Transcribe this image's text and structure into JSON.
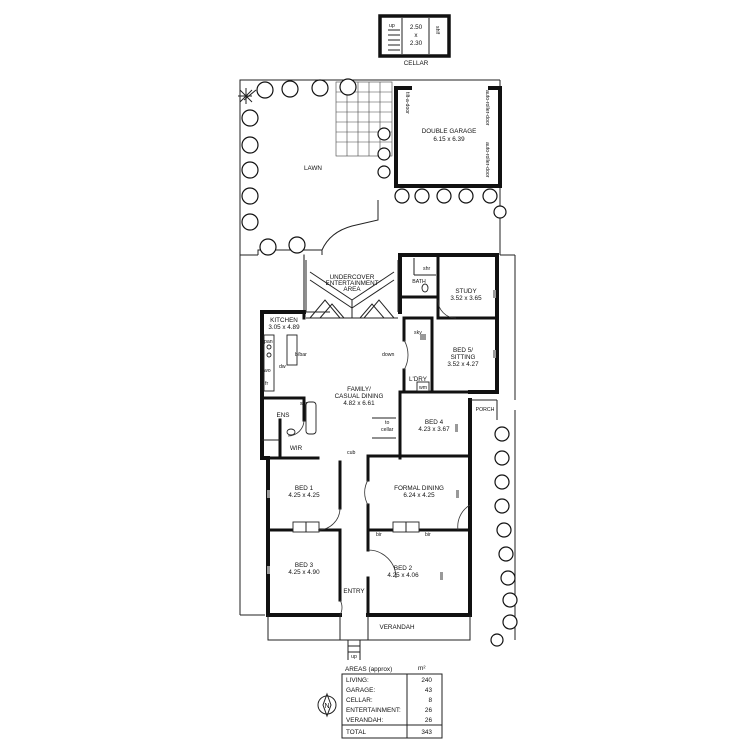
{
  "cellar": {
    "label": "CELLAR",
    "dims_top": "2.50",
    "dims_x": "x",
    "dims_bottom": "2.30",
    "up": "up",
    "shelf": "shlf"
  },
  "rooms": {
    "lawn": "LAWN",
    "double_garage": {
      "name": "DOUBLE GARAGE",
      "dims": "6.15 x 6.39"
    },
    "undercover": {
      "line1": "UNDERCOVER",
      "line2": "ENTERTAINMENT",
      "line3": "AREA"
    },
    "bath": "BATH",
    "study": {
      "name": "STUDY",
      "dims": "3.52 x 3.65"
    },
    "kitchen": {
      "name": "KITCHEN",
      "dims": "3.05 x 4.89"
    },
    "bed5": {
      "line1": "BED 5/",
      "line2": "SITTING",
      "dims": "3.52 x 4.27"
    },
    "family": {
      "line1": "FAMILY/",
      "line2": "CASUAL DINING",
      "dims": "4.82 x 6.61"
    },
    "ldry": "L'DRY",
    "ens": "ENS",
    "wir": "WIR",
    "bed4": {
      "name": "BED 4",
      "dims": "4.23 x 3.67"
    },
    "porch": "PORCH",
    "bed1": {
      "name": "BED 1",
      "dims": "4.25 x 4.25"
    },
    "formal_dining": {
      "name": "FORMAL DINING",
      "dims": "6.24 x 4.25"
    },
    "bed3": {
      "name": "BED 3",
      "dims": "4.25 x 4.90"
    },
    "bed2": {
      "name": "BED 2",
      "dims": "4.25 x 4.06"
    },
    "entry": "ENTRY",
    "verandah": "VERANDAH"
  },
  "fixtures": {
    "roller_door": "auto-roller-door",
    "tilt_door": "tilt-a-door",
    "shr": "shr",
    "sky": "sky",
    "down": "down",
    "bbar": "b/bar",
    "dw": "dw",
    "wo": "wo",
    "fr": "fr",
    "pan": "pan",
    "wm": "wm",
    "to_cellar_1": "to",
    "to_cellar_2": "cellar",
    "cub": "cub",
    "bir": "bir",
    "up": "up"
  },
  "areas_table": {
    "header": "AREAS (approx)",
    "unit": "m²",
    "rows": [
      {
        "label": "LIVING:",
        "value": "240"
      },
      {
        "label": "GARAGE:",
        "value": "43"
      },
      {
        "label": "CELLAR:",
        "value": "8"
      },
      {
        "label": "ENTERTAINMENT:",
        "value": "26"
      },
      {
        "label": "VERANDAH:",
        "value": "26"
      }
    ],
    "total": {
      "label": "TOTAL",
      "value": "343"
    }
  },
  "north": "N"
}
